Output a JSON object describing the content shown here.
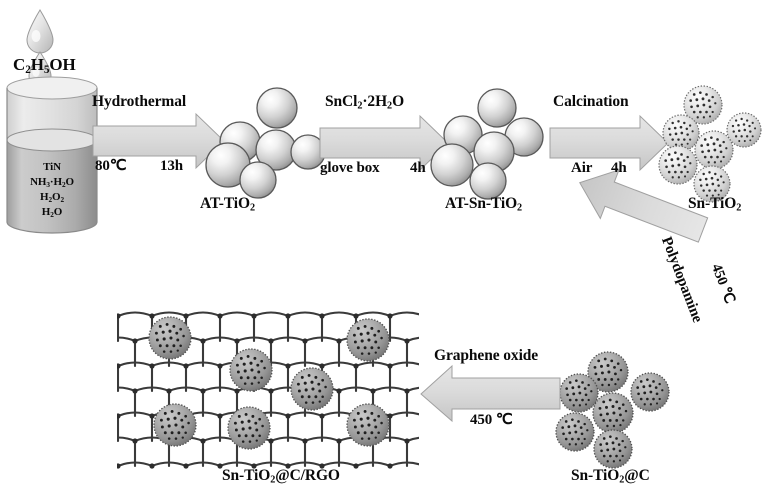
{
  "figure": {
    "type": "synthesis-flow-diagram",
    "title": "Schematic illustration of the synthesis of Sn-TiO2@C/RGO",
    "background_color": "#ffffff",
    "text_color": "#0a0a0a",
    "arrow_fill": "#d9d9d9",
    "arrow_stroke": "#8a8a8a",
    "sphere_light": "#e8e8e8",
    "sphere_mid": "#b8b8b8",
    "sphere_dark": "#8f8f8f",
    "lattice_color": "#3a3a3a"
  },
  "reactor": {
    "name": "reaction-vessel",
    "droplet_label": "C₂H₅OH",
    "droplet_label_parts": [
      {
        "t": "C"
      },
      {
        "t": "2",
        "sub": true
      },
      {
        "t": "H"
      },
      {
        "t": "5",
        "sub": true
      },
      {
        "t": "OH"
      }
    ],
    "contents": [
      {
        "formula": "TiN",
        "parts": [
          {
            "t": "TiN"
          }
        ]
      },
      {
        "formula": "NH₃·H₂O",
        "parts": [
          {
            "t": "NH"
          },
          {
            "t": "3",
            "sub": true
          },
          {
            "t": "·H"
          },
          {
            "t": "2",
            "sub": true
          },
          {
            "t": "O"
          }
        ]
      },
      {
        "formula": "H₂O₂",
        "parts": [
          {
            "t": "H"
          },
          {
            "t": "2",
            "sub": true
          },
          {
            "t": "O"
          },
          {
            "t": "2",
            "sub": true
          }
        ]
      },
      {
        "formula": "H₂O",
        "parts": [
          {
            "t": "H"
          },
          {
            "t": "2",
            "sub": true
          },
          {
            "t": "O"
          }
        ]
      }
    ]
  },
  "steps": [
    {
      "id": "step-1",
      "reagent": "Hydrothermal",
      "conditions": "80℃   13h",
      "condition_items": [
        "80℃",
        "13h"
      ],
      "direction": "right",
      "product": "AT-TiO₂",
      "product_parts": [
        {
          "t": "AT-TiO"
        },
        {
          "t": "2",
          "sub": true
        }
      ],
      "particle_style": "smooth",
      "particle_count": 5
    },
    {
      "id": "step-2",
      "reagent": "SnCl₂·2H₂O",
      "reagent_parts": [
        {
          "t": "SnCl"
        },
        {
          "t": "2",
          "sub": true
        },
        {
          "t": "·2H"
        },
        {
          "t": "2",
          "sub": true
        },
        {
          "t": "O"
        }
      ],
      "conditions": "glove box  4h",
      "condition_items": [
        "glove box",
        "4h"
      ],
      "direction": "right",
      "product": "AT-Sn-TiO₂",
      "product_parts": [
        {
          "t": "AT-Sn-TiO"
        },
        {
          "t": "2",
          "sub": true
        }
      ],
      "particle_style": "smooth",
      "particle_count": 6
    },
    {
      "id": "step-3",
      "reagent": "Calcination",
      "conditions": "Air  4h",
      "condition_items": [
        "Air",
        "4h"
      ],
      "direction": "right",
      "product": "Sn-TiO₂",
      "product_parts": [
        {
          "t": "Sn-TiO"
        },
        {
          "t": "2",
          "sub": true
        }
      ],
      "particle_style": "porous-light",
      "particle_count": 6
    },
    {
      "id": "step-4",
      "reagent": "Polydopamine",
      "conditions": "450 ℃",
      "condition_items": [
        "450 ℃"
      ],
      "direction": "down-left-diagonal",
      "product": "Sn-TiO₂@C",
      "product_parts": [
        {
          "t": "Sn-TiO"
        },
        {
          "t": "2",
          "sub": true
        },
        {
          "t": "@C"
        }
      ],
      "particle_style": "porous-dark",
      "particle_count": 6
    },
    {
      "id": "step-5",
      "reagent": "Graphene oxide",
      "conditions": "450 ℃",
      "condition_items": [
        "450 ℃"
      ],
      "direction": "left",
      "product": "Sn-TiO₂@C/RGO",
      "product_parts": [
        {
          "t": "Sn-TiO"
        },
        {
          "t": "2",
          "sub": true
        },
        {
          "t": "@C/RGO"
        }
      ],
      "particle_style": "porous-dark-on-sheet",
      "particle_count": 7
    }
  ],
  "labels": {
    "at_tio2": "AT-TiO₂",
    "at_sn_tio2": "AT-Sn-TiO₂",
    "sn_tio2": "Sn-TiO₂",
    "sn_tio2_c": "Sn-TiO₂@C",
    "sn_tio2_c_rgo": "Sn-TiO₂@C/RGO",
    "hydrothermal": "Hydrothermal",
    "temp_80": "80℃",
    "time_13h": "13h",
    "sncl2": "SnCl₂·2H₂O",
    "glovebox": "glove box",
    "time_4h_2": "4h",
    "calcination": "Calcination",
    "air": "Air",
    "time_4h_3": "4h",
    "polydopamine": "Polydopamine",
    "temp_450_a": "450 ℃",
    "graphene_oxide": "Graphene oxide",
    "temp_450_b": "450 ℃",
    "ethanol": "C₂H₅OH",
    "tin": "TiN",
    "ammonia": "NH₃·H₂O",
    "peroxide": "H₂O₂",
    "water": "H₂O"
  }
}
